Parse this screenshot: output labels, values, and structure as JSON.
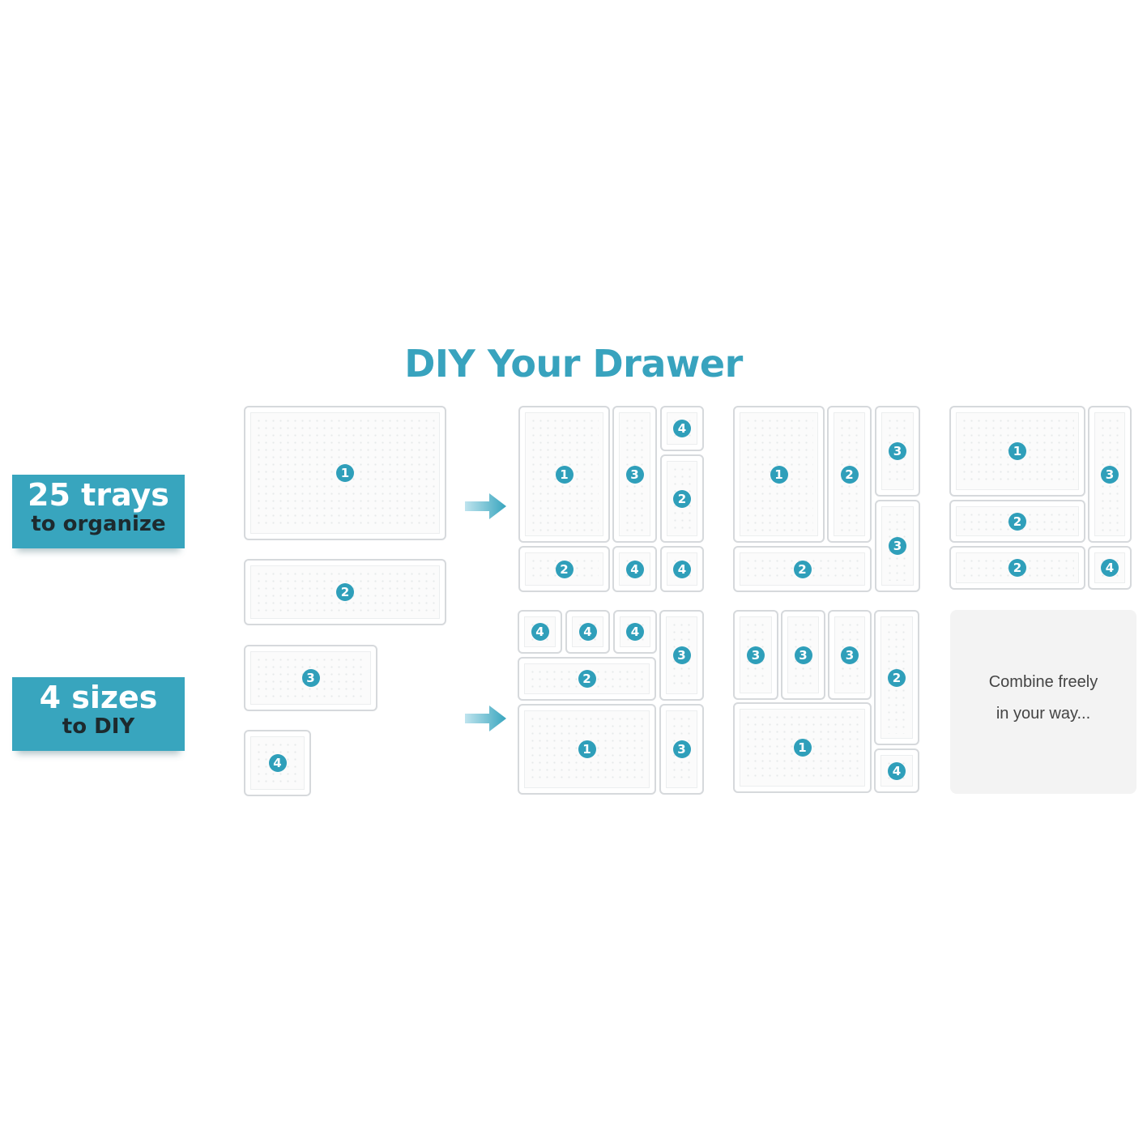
{
  "title": "DIY Your Drawer",
  "badges": [
    {
      "big": "25 trays",
      "small": "to organize"
    },
    {
      "big": "4 sizes",
      "small": "to DIY"
    }
  ],
  "colors": {
    "accent": "#38a5be",
    "tray_border": "#d6d9dc",
    "panel": "#f3f3f3"
  },
  "sizes": [
    "1",
    "2",
    "3",
    "4"
  ],
  "layouts": [
    [
      "1",
      "3",
      "4",
      "2",
      "2",
      "4",
      "4"
    ],
    [
      "1",
      "2",
      "3",
      "3",
      "2"
    ],
    [
      "1",
      "3",
      "2",
      "2",
      "4"
    ],
    [
      "4",
      "4",
      "4",
      "3",
      "2",
      "1",
      "3"
    ],
    [
      "3",
      "3",
      "3",
      "2",
      "1",
      "4"
    ]
  ],
  "combine": {
    "line1": "Combine freely",
    "line2": "in your way..."
  }
}
